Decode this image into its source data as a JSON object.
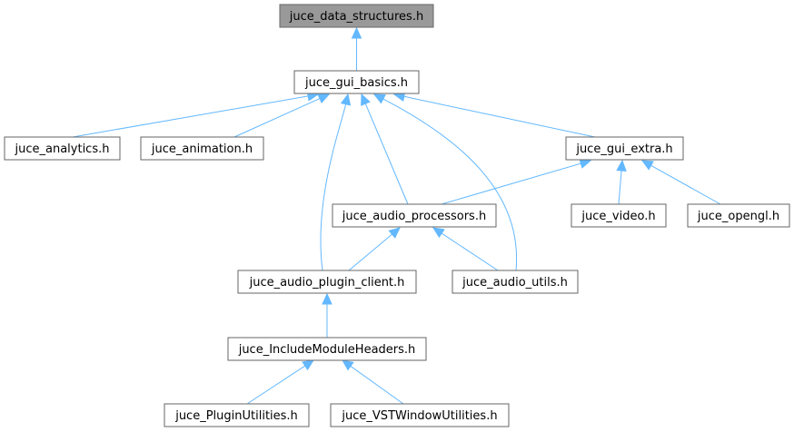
{
  "diagram": {
    "colors": {
      "root_fill": "#999999",
      "node_fill": "#ffffff",
      "node_border": "#666666",
      "edge": "#63b8ff"
    },
    "nodes": [
      {
        "id": "data_structures",
        "label": "juce_data_structures.h"
      },
      {
        "id": "gui_basics",
        "label": "juce_gui_basics.h"
      },
      {
        "id": "analytics",
        "label": "juce_analytics.h"
      },
      {
        "id": "animation",
        "label": "juce_animation.h"
      },
      {
        "id": "gui_extra",
        "label": "juce_gui_extra.h"
      },
      {
        "id": "audio_processors",
        "label": "juce_audio_processors.h"
      },
      {
        "id": "video",
        "label": "juce_video.h"
      },
      {
        "id": "opengl",
        "label": "juce_opengl.h"
      },
      {
        "id": "audio_plugin_client",
        "label": "juce_audio_plugin_client.h"
      },
      {
        "id": "audio_utils",
        "label": "juce_audio_utils.h"
      },
      {
        "id": "include_module_headers",
        "label": "juce_IncludeModuleHeaders.h"
      },
      {
        "id": "plugin_utilities",
        "label": "juce_PluginUtilities.h"
      },
      {
        "id": "vst_window_utilities",
        "label": "juce_VSTWindowUtilities.h"
      }
    ],
    "edges": [
      {
        "from": "gui_basics",
        "to": "data_structures"
      },
      {
        "from": "analytics",
        "to": "gui_basics"
      },
      {
        "from": "animation",
        "to": "gui_basics"
      },
      {
        "from": "gui_extra",
        "to": "gui_basics"
      },
      {
        "from": "audio_processors",
        "to": "gui_basics"
      },
      {
        "from": "audio_plugin_client",
        "to": "gui_basics"
      },
      {
        "from": "audio_utils",
        "to": "gui_basics"
      },
      {
        "from": "audio_processors",
        "to": "gui_extra"
      },
      {
        "from": "video",
        "to": "gui_extra"
      },
      {
        "from": "opengl",
        "to": "gui_extra"
      },
      {
        "from": "audio_plugin_client",
        "to": "audio_processors"
      },
      {
        "from": "audio_utils",
        "to": "audio_processors"
      },
      {
        "from": "include_module_headers",
        "to": "audio_plugin_client"
      },
      {
        "from": "plugin_utilities",
        "to": "include_module_headers"
      },
      {
        "from": "vst_window_utilities",
        "to": "include_module_headers"
      }
    ]
  }
}
